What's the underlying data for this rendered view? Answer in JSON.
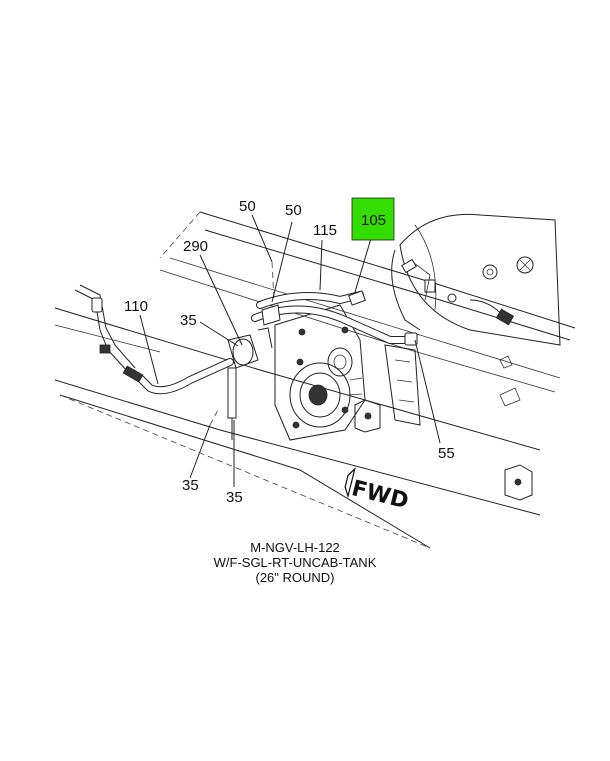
{
  "callouts": {
    "c50a": "50",
    "c50b": "50",
    "c115": "115",
    "c105": "105",
    "c290": "290",
    "c110": "110",
    "c35a": "35",
    "c35b": "35",
    "c35c": "35",
    "c55": "55"
  },
  "fwd_label": "FWD",
  "caption": {
    "line1": "M-NGV-LH-122",
    "line2": "W/F-SGL-RT-UNCAB-TANK",
    "line3": "(26\" ROUND)"
  },
  "colors": {
    "highlight": "#33dd00",
    "line": "#222222"
  }
}
